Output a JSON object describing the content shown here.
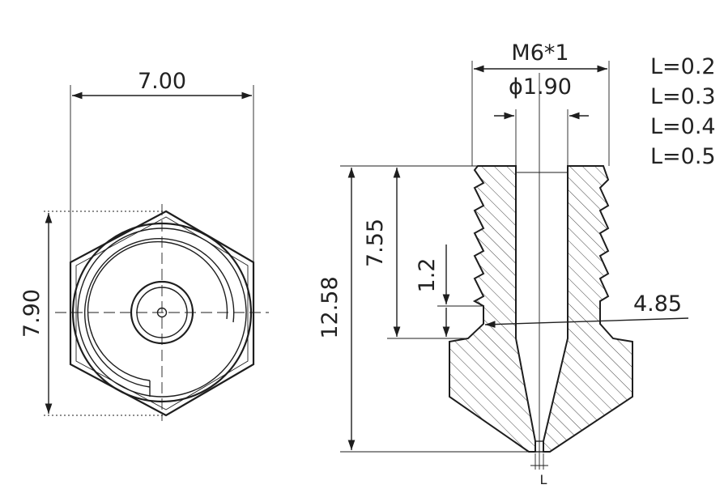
{
  "front_view": {
    "width_label": "7.00",
    "height_label": "7.90"
  },
  "side_view": {
    "thread_label": "M6*1",
    "bore_label": "ϕ1.90",
    "total_length_label": "12.58",
    "thread_length_label": "7.55",
    "relief_label": "1.2",
    "relief_diameter_label": "4.85",
    "tip_label": "L"
  },
  "nozzle_sizes": [
    "L=0.2",
    "L=0.3",
    "L=0.4",
    "L=0.5"
  ]
}
